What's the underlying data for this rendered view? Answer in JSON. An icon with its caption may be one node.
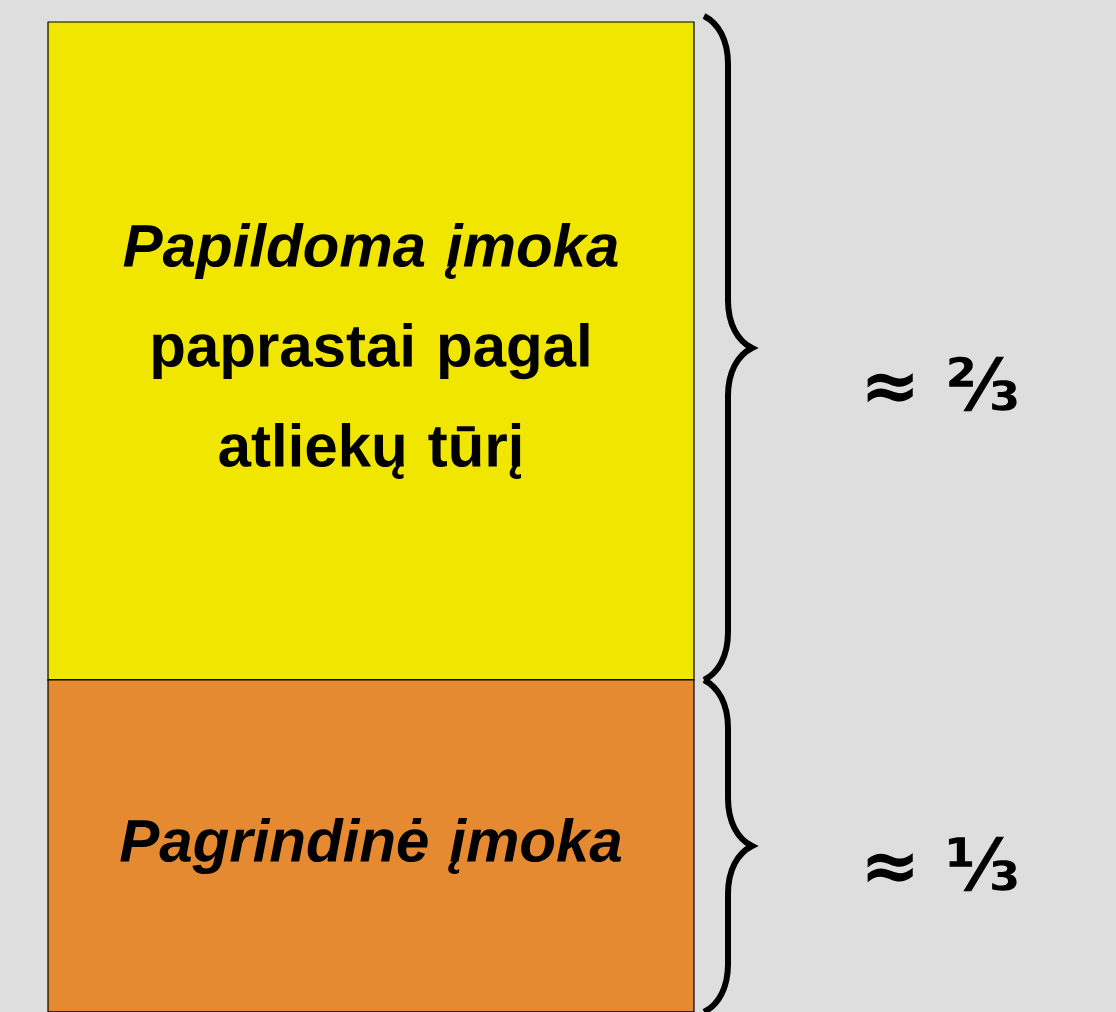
{
  "diagram": {
    "nodes": [
      {
        "text": [
          "*Papildoma įmoka* paprastai pagal atliekų tūrį"
        ]
      },
      {
        "text": [
          "Pagrindinė įmoka"
        ]
      }
    ],
    "labels": [
      "≈ ⅔",
      "≈ ⅓"
    ]
  }
}
